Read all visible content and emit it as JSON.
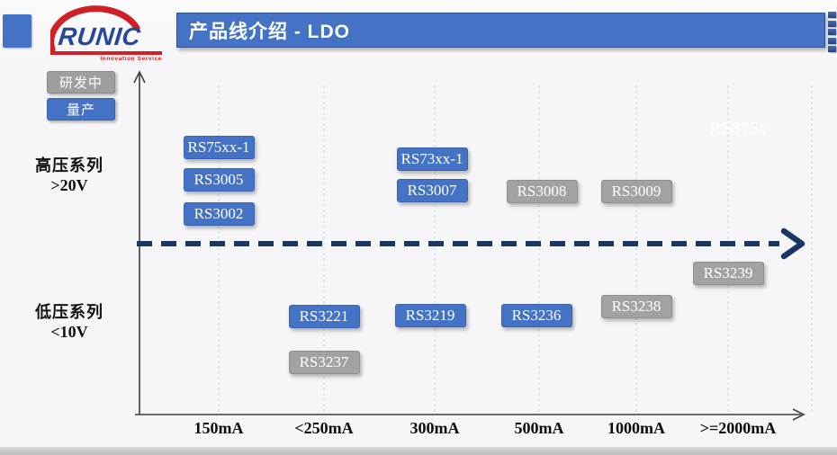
{
  "logo": {
    "brand": "RUNIC",
    "tagline": "Innovation Service"
  },
  "header": {
    "title": "产品线介绍 - LDO"
  },
  "legend": [
    {
      "label": "研发中",
      "status_key": "development"
    },
    {
      "label": "量产",
      "status_key": "production"
    }
  ],
  "watermark": "RS875x",
  "colors": {
    "accent_blue": "#4472C4",
    "accent_blue_border": "#3A62AE",
    "status_gray": "#A2A2A2",
    "status_gray_border": "#8F8F8F",
    "legend_gray": "#9E9E9E",
    "divider_navy": "#1A3763",
    "grid_blue": "#BCD6EE",
    "axis_dark": "#3D3D3D",
    "logo_red": "#CE2026",
    "logo_blue": "#24489B"
  },
  "chart_data": {
    "type": "scatter",
    "title": "产品线介绍 - LDO",
    "xlabel_categories": [
      "150mA",
      "<250mA",
      "300mA",
      "500mA",
      "1000mA",
      ">=2000mA"
    ],
    "legend_entries": [
      "研发中",
      "量产"
    ],
    "row_groups": [
      {
        "label": "高压系列",
        "sublabel": ">20V",
        "items": [
          {
            "name": "RS75xx-1",
            "current": "150mA",
            "status": "量产"
          },
          {
            "name": "RS3005",
            "current": "150mA",
            "status": "量产"
          },
          {
            "name": "RS3002",
            "current": "150mA",
            "status": "量产"
          },
          {
            "name": "RS73xx-1",
            "current": "300mA",
            "status": "量产"
          },
          {
            "name": "RS3007",
            "current": "300mA",
            "status": "量产"
          },
          {
            "name": "RS3008",
            "current": "500mA",
            "status": "研发中"
          },
          {
            "name": "RS3009",
            "current": "1000mA",
            "status": "研发中"
          }
        ]
      },
      {
        "label": "低压系列",
        "sublabel": "<10V",
        "items": [
          {
            "name": "RS3221",
            "current": "<250mA",
            "status": "量产"
          },
          {
            "name": "RS3237",
            "current": "<250mA",
            "status": "研发中"
          },
          {
            "name": "RS3219",
            "current": "300mA",
            "status": "量产"
          },
          {
            "name": "RS3236",
            "current": "500mA",
            "status": "量产"
          },
          {
            "name": "RS3238",
            "current": "1000mA",
            "status": "研发中"
          },
          {
            "name": "RS3239",
            "current": ">=2000mA",
            "status": "研发中"
          }
        ]
      }
    ]
  }
}
